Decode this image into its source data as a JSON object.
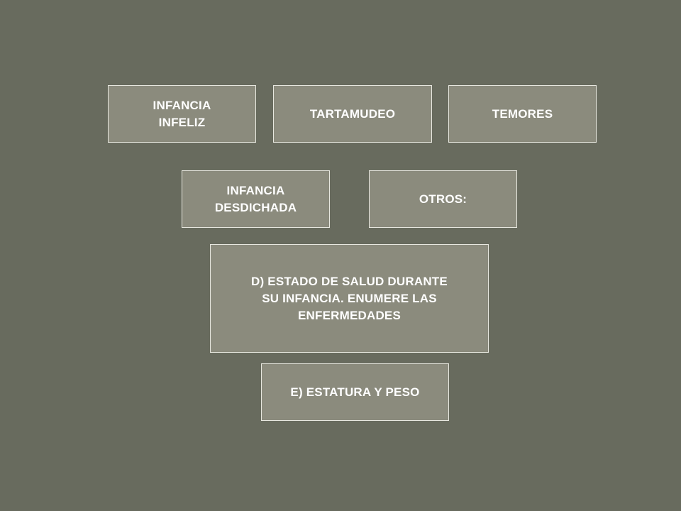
{
  "boxes": {
    "infancia_infeliz": "INFANCIA\nINFELIZ",
    "tartamudeo": "TARTAMUDEO",
    "temores": "TEMORES",
    "infancia_desdichada": "INFANCIA\nDESDICHADA",
    "otros": "OTROS:",
    "estado_salud": "D) ESTADO DE SALUD DURANTE\nSU INFANCIA. ENUMERE LAS\nENFERMEDADES",
    "estatura_peso": "E) ESTATURA Y PESO"
  },
  "colors": {
    "background": "#686b5e",
    "box_fill": "#8b8b7d",
    "box_border": "#e8e8e0",
    "text": "#ffffff"
  }
}
